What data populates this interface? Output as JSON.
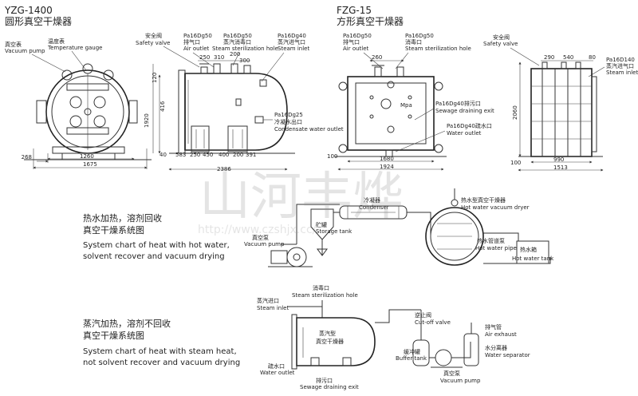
{
  "panels": {
    "round": {
      "title_code": "YZG-1400",
      "title_cn": "圆形真空干燥器",
      "labels": {
        "vacuum_pump_cn": "真空表",
        "vacuum_pump_en": "Vacuum pump",
        "temp_cn": "温度表",
        "temp_en": "Temperature gauge",
        "safety_cn": "安全阀",
        "safety_en": "Safety valve",
        "air_code": "Pa16Dg50",
        "air_cn": "排气口",
        "air_en": "Air outlet",
        "steril_code": "Pa16Dg50",
        "steril_cn": "蒸汽消毒口",
        "steril_en": "Steam sterilization hole",
        "steam_code": "Pa16Dg40",
        "steam_cn": "蒸汽进气口",
        "steam_en": "Steam inlet",
        "cond_code": "Pa16Dg25",
        "cond_cn": "冷凝水出口",
        "cond_en": "Condensate water outlet"
      },
      "dims": {
        "d268": "268",
        "d1260": "1260",
        "d1675": "1675",
        "d250": "250",
        "d310": "310",
        "d200": "200",
        "d300": "300",
        "d120": "120",
        "d416": "416",
        "d1920": "1920",
        "d40": "40",
        "d583": "583",
        "d250b": "250",
        "d450": "450",
        "d400": "400",
        "d200b": "200",
        "d391": "391",
        "d2386": "2386"
      }
    },
    "square": {
      "title_code": "FZG-15",
      "title_cn": "方形真空干燥器",
      "labels": {
        "air_code": "Pa16Dg50",
        "air_cn": "排气口",
        "air_en": "Air outlet",
        "steril_code": "Pa16Dg50",
        "steril_cn": "消毒口",
        "steril_en": "Steam sterilization hole",
        "mpa": "Mpa",
        "drain_code_cn": "Pa16Dg40排污口",
        "drain_en": "Sewage draining exit",
        "water_code_cn": "Pa16Dg40疏水口",
        "water_en": "Water outlet",
        "safety_cn": "安全阀",
        "safety_en": "Safety valve",
        "steam_code": "Pa16D140",
        "steam_cn": "蒸汽进气口",
        "steam_en": "Steam inlet"
      },
      "dims": {
        "d260": "260",
        "d100": "100",
        "d1680": "1680",
        "d1924": "1924",
        "d290": "290",
        "d540": "540",
        "d80": "80",
        "d2060": "2060",
        "d100b": "100",
        "d990": "990",
        "d1513": "1513"
      }
    }
  },
  "system_hot_water": {
    "caption_cn_1": "热水加热，溶剂回收",
    "caption_cn_2": "真空干燥系统图",
    "caption_en_1": "System chart of heat with hot water,",
    "caption_en_2": "solvent recover and vacuum drying",
    "labels": {
      "condenser_cn": "冷凝器",
      "condenser_en": "Condenser",
      "storage_cn": "贮罐",
      "storage_en": "Storage tank",
      "vacuum_cn": "真空泵",
      "vacuum_en": "Vacuum pump",
      "dryer_cn": "热水型真空干燥器",
      "dryer_en": "Hot water vacuum dryer",
      "pipe_cn": "热水管道泵",
      "pipe_en": "Hot water pipe",
      "tank_cn": "热水箱",
      "tank_en": "Hot water tank"
    }
  },
  "system_steam": {
    "caption_cn_1": "蒸汽加热，溶剂不回收",
    "caption_cn_2": "真空干燥系统图",
    "caption_en_1": "System chart of heat with steam heat,",
    "caption_en_2": "not solvent recover and vacuum drying",
    "labels": {
      "steril_cn": "消毒口",
      "steril_en": "Steam sterilization hole",
      "steam_cn": "蒸汽进口",
      "steam_en": "Steam inlet",
      "dryer_cn_1": "蒸汽型",
      "dryer_cn_2": "真空干燥器",
      "water_cn": "疏水口",
      "water_en": "Water outlet",
      "drain_cn": "排污口",
      "drain_en": "Sewage draining exit",
      "cutoff_cn": "逆止阀",
      "cutoff_en": "Cut-off valve",
      "buffer_cn": "缓冲罐",
      "buffer_en": "Buffer tank",
      "vacuum_cn": "真空泵",
      "vacuum_en": "Vacuum pump",
      "exhaust_cn": "排气管",
      "exhaust_en": "Air exhaust",
      "separator_cn": "水分离器",
      "separator_en": "Water separator"
    }
  },
  "watermark": {
    "text": "山河丰烨",
    "url": "http://www.czshjx.cc/"
  }
}
